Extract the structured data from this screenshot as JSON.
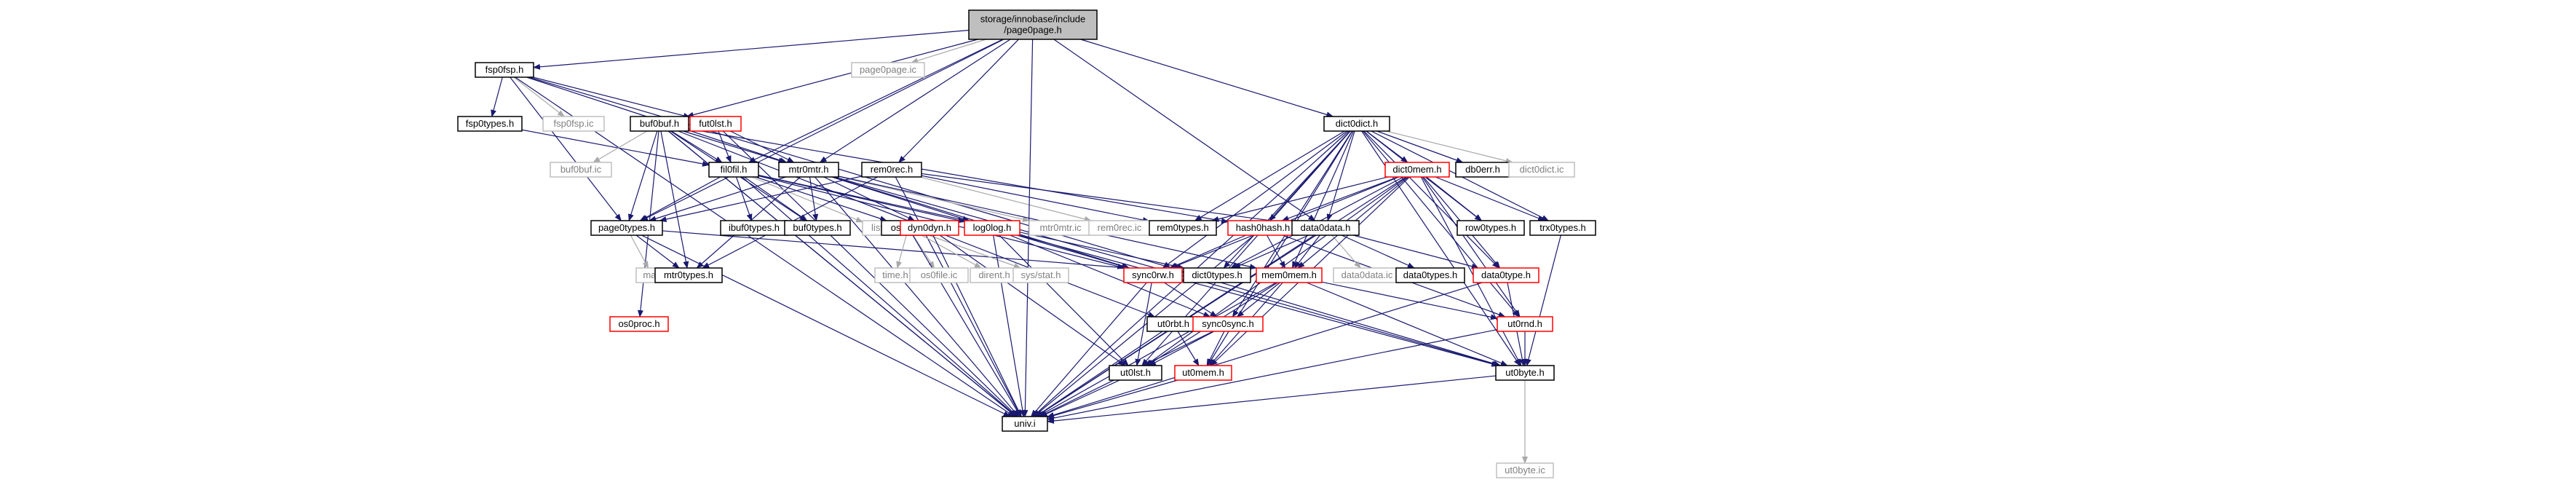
{
  "colors": {
    "edge": "#191970",
    "edge_muted": "#a9a9a9",
    "root_fill": "#bfbfbf",
    "node_border_black": "#000000",
    "node_border_red": "#ff0000",
    "node_border_grey": "#bfbfbf",
    "node_text_grey": "#808080",
    "node_fill": "#ffffff"
  },
  "nodes": [
    {
      "id": "page0page.h",
      "lines": [
        "storage/innobase/include",
        "/page0page.h"
      ],
      "kind": "root"
    },
    {
      "id": "fsp0fsp.h",
      "lines": [
        "fsp0fsp.h"
      ],
      "kind": "black"
    },
    {
      "id": "page0page.ic",
      "lines": [
        "page0page.ic"
      ],
      "kind": "grey"
    },
    {
      "id": "fsp0types.h",
      "lines": [
        "fsp0types.h"
      ],
      "kind": "black"
    },
    {
      "id": "fsp0fsp.ic",
      "lines": [
        "fsp0fsp.ic"
      ],
      "kind": "grey"
    },
    {
      "id": "buf0buf.h",
      "lines": [
        "buf0buf.h"
      ],
      "kind": "black"
    },
    {
      "id": "fut0lst.h",
      "lines": [
        "fut0lst.h"
      ],
      "kind": "red"
    },
    {
      "id": "buf0buf.ic",
      "lines": [
        "buf0buf.ic"
      ],
      "kind": "grey"
    },
    {
      "id": "os0proc.h",
      "lines": [
        "os0proc.h"
      ],
      "kind": "red"
    },
    {
      "id": "fil0fil.h",
      "lines": [
        "fil0fil.h"
      ],
      "kind": "black"
    },
    {
      "id": "mtr0mtr.h",
      "lines": [
        "mtr0mtr.h"
      ],
      "kind": "black"
    },
    {
      "id": "rem0rec.h",
      "lines": [
        "rem0rec.h"
      ],
      "kind": "black"
    },
    {
      "id": "dict0dict.h",
      "lines": [
        "dict0dict.h"
      ],
      "kind": "black"
    },
    {
      "id": "page0types.h",
      "lines": [
        "page0types.h"
      ],
      "kind": "black"
    },
    {
      "id": "map",
      "lines": [
        "map"
      ],
      "kind": "grey"
    },
    {
      "id": "mtr0types.h",
      "lines": [
        "mtr0types.h"
      ],
      "kind": "black"
    },
    {
      "id": "ibuf0types.h",
      "lines": [
        "ibuf0types.h"
      ],
      "kind": "black"
    },
    {
      "id": "buf0types.h",
      "lines": [
        "buf0types.h"
      ],
      "kind": "black"
    },
    {
      "id": "list",
      "lines": [
        "list"
      ],
      "kind": "grey"
    },
    {
      "id": "os0file.h",
      "lines": [
        "os0file.h"
      ],
      "kind": "black"
    },
    {
      "id": "time.h",
      "lines": [
        "time.h"
      ],
      "kind": "grey"
    },
    {
      "id": "os0file.ic",
      "lines": [
        "os0file.ic"
      ],
      "kind": "grey"
    },
    {
      "id": "dirent.h",
      "lines": [
        "dirent.h"
      ],
      "kind": "grey"
    },
    {
      "id": "sys/stat.h",
      "lines": [
        "sys/stat.h"
      ],
      "kind": "grey"
    },
    {
      "id": "dyn0dyn.h",
      "lines": [
        "dyn0dyn.h"
      ],
      "kind": "red"
    },
    {
      "id": "log0log.h",
      "lines": [
        "log0log.h"
      ],
      "kind": "red"
    },
    {
      "id": "mtr0mtr.ic",
      "lines": [
        "mtr0mtr.ic"
      ],
      "kind": "grey"
    },
    {
      "id": "rem0rec.ic",
      "lines": [
        "rem0rec.ic"
      ],
      "kind": "grey"
    },
    {
      "id": "rem0types.h",
      "lines": [
        "rem0types.h"
      ],
      "kind": "black"
    },
    {
      "id": "hash0hash.h",
      "lines": [
        "hash0hash.h"
      ],
      "kind": "red"
    },
    {
      "id": "data0data.h",
      "lines": [
        "data0data.h"
      ],
      "kind": "black"
    },
    {
      "id": "dict0mem.h",
      "lines": [
        "dict0mem.h"
      ],
      "kind": "red"
    },
    {
      "id": "db0err.h",
      "lines": [
        "db0err.h"
      ],
      "kind": "black"
    },
    {
      "id": "dict0dict.ic",
      "lines": [
        "dict0dict.ic"
      ],
      "kind": "grey"
    },
    {
      "id": "row0types.h",
      "lines": [
        "row0types.h"
      ],
      "kind": "black"
    },
    {
      "id": "trx0types.h",
      "lines": [
        "trx0types.h"
      ],
      "kind": "black"
    },
    {
      "id": "dict0types.h",
      "lines": [
        "dict0types.h"
      ],
      "kind": "black"
    },
    {
      "id": "sync0rw.h",
      "lines": [
        "sync0rw.h"
      ],
      "kind": "red"
    },
    {
      "id": "mem0mem.h",
      "lines": [
        "mem0mem.h"
      ],
      "kind": "red"
    },
    {
      "id": "data0data.ic",
      "lines": [
        "data0data.ic"
      ],
      "kind": "grey"
    },
    {
      "id": "data0types.h",
      "lines": [
        "data0types.h"
      ],
      "kind": "black"
    },
    {
      "id": "data0type.h",
      "lines": [
        "data0type.h"
      ],
      "kind": "red"
    },
    {
      "id": "ut0rbt.h",
      "lines": [
        "ut0rbt.h"
      ],
      "kind": "black"
    },
    {
      "id": "sync0sync.h",
      "lines": [
        "sync0sync.h"
      ],
      "kind": "red"
    },
    {
      "id": "ut0rnd.h",
      "lines": [
        "ut0rnd.h"
      ],
      "kind": "red"
    },
    {
      "id": "ut0lst.h",
      "lines": [
        "ut0lst.h"
      ],
      "kind": "black"
    },
    {
      "id": "ut0mem.h",
      "lines": [
        "ut0mem.h"
      ],
      "kind": "red"
    },
    {
      "id": "ut0byte.h",
      "lines": [
        "ut0byte.h"
      ],
      "kind": "black"
    },
    {
      "id": "univ.i",
      "lines": [
        "univ.i"
      ],
      "kind": "black"
    },
    {
      "id": "ut0byte.ic",
      "lines": [
        "ut0byte.ic"
      ],
      "kind": "grey"
    }
  ]
}
